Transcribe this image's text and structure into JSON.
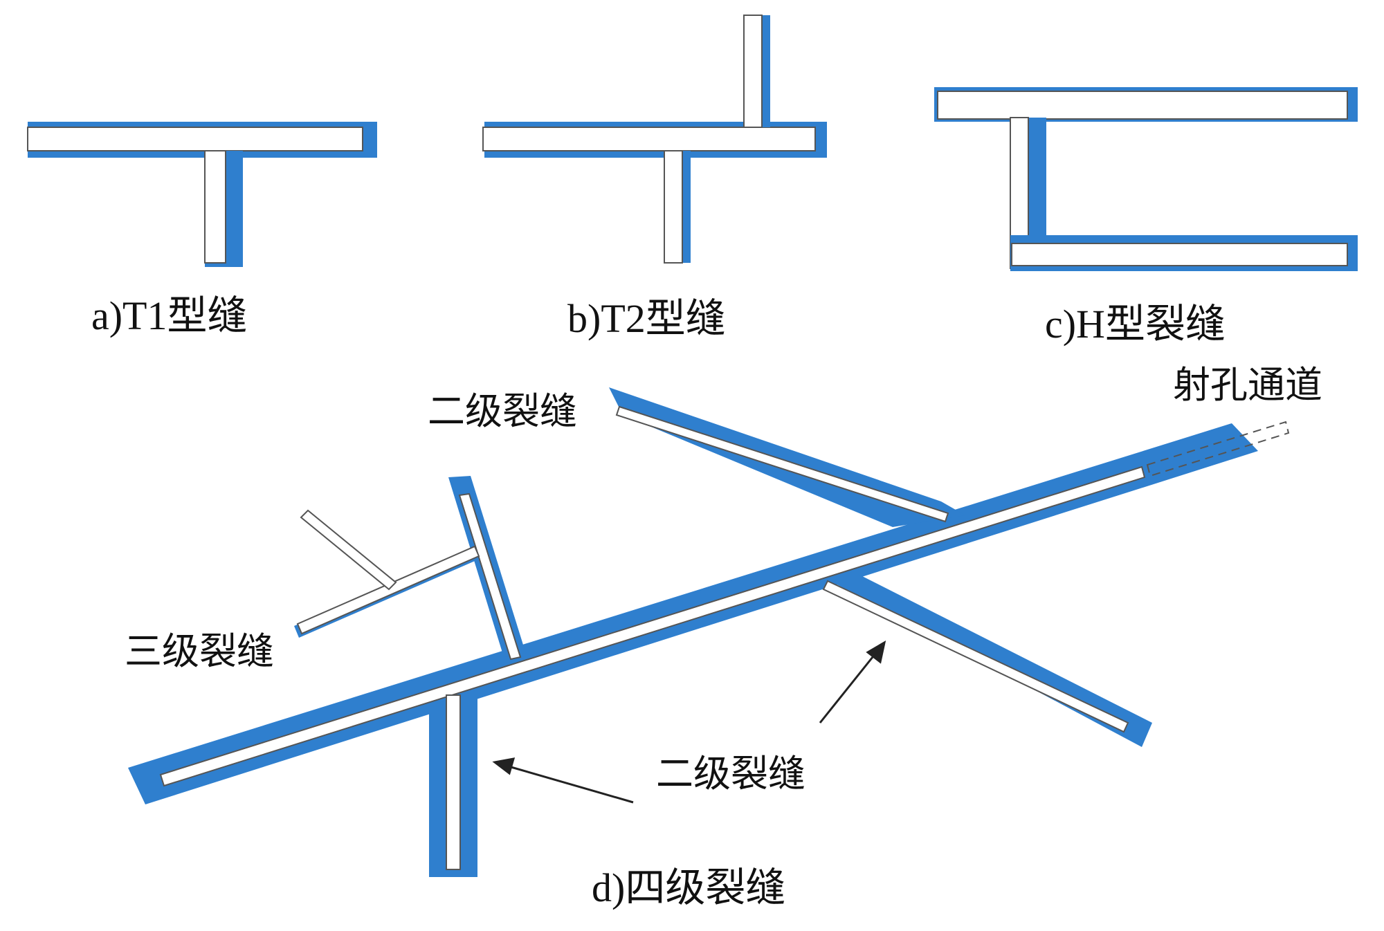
{
  "colors": {
    "fracture_blue": "#2f7fce",
    "fracture_core": "#ffffff",
    "outline": "#555555",
    "text": "#111111",
    "arrow": "#222222"
  },
  "captions": {
    "a": "a)T1型缝",
    "b": "b)T2型缝",
    "c": "c)H型裂缝",
    "d": "d)四级裂缝"
  },
  "labels": {
    "perforation_tunnel": "射孔通道",
    "secondary_fracture_top": "二级裂缝",
    "tertiary_fracture": "三级裂缝",
    "secondary_fracture_bottom": "二级裂缝"
  }
}
